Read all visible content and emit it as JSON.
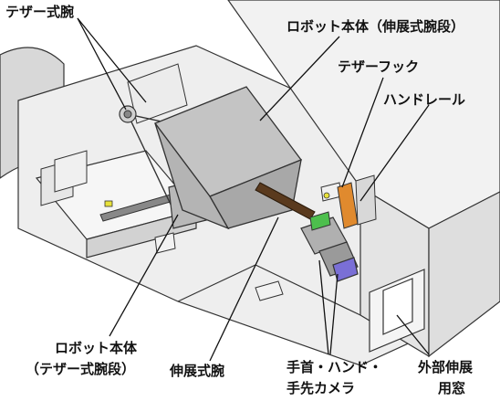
{
  "labels": {
    "tether_arm": "テザー式腕",
    "robot_body_ext": "ロボット本体（伸展式腕段）",
    "tether_hook": "テザーフック",
    "handrail": "ハンドレール",
    "robot_body_tether_1": "ロボット本体",
    "robot_body_tether_2": "（テザー式腕段）",
    "extension_arm": "伸展式腕",
    "wrist_hand_camera_1": "手首・ハンド・",
    "wrist_hand_camera_2": "手先カメラ",
    "ext_window_1": "外部伸展",
    "ext_window_2": "用窓"
  },
  "colors": {
    "outline": "#2a2a2a",
    "surface": "#ececec",
    "surface_dark": "#c9c9c9",
    "body_gray": "#a9a9a9",
    "tether_brown": "#5a3a1e",
    "hand_purple": "#7a6fd6",
    "hand_green": "#4dbf4d",
    "handrail_orange": "#e08a2e",
    "marker_yellow": "#e8e23a"
  }
}
